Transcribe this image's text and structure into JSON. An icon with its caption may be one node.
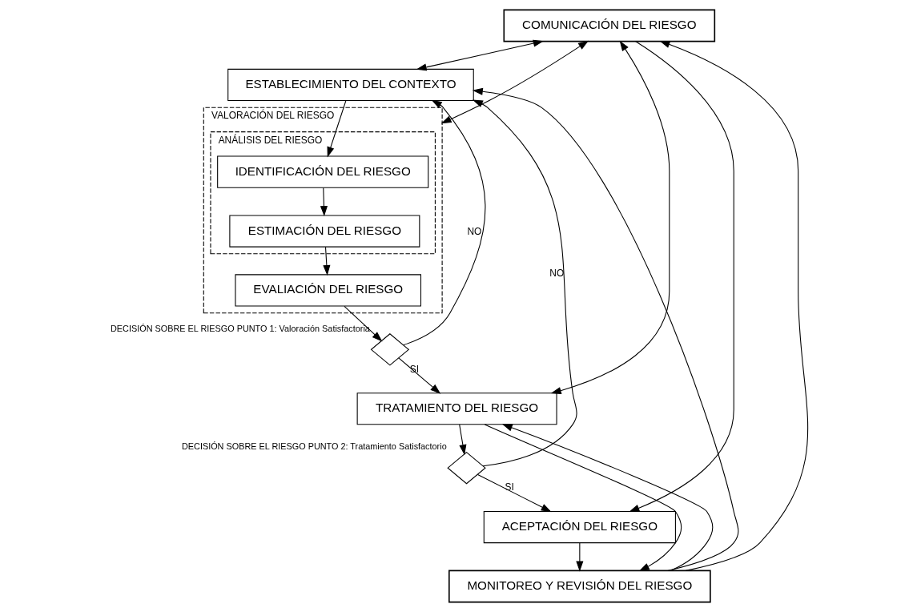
{
  "diagram": {
    "nodes": [
      {
        "text": [
          "COMUNICACIÓN DEL RIESGO"
        ]
      },
      {
        "text": [
          "ESTABLECIMIENTO DEL CONTEXTO"
        ]
      },
      {
        "text": [
          "VALORACIÓN DEL RIESGO"
        ]
      },
      {
        "text": [
          "ANÁLISIS DEL RIESGO"
        ],
        "in": 2
      },
      {
        "text": [
          "IDENTIFICACIÓN DEL RIESGO"
        ],
        "in": 3
      },
      {
        "text": [
          "ESTIMACIÓN DEL RIESGO"
        ],
        "in": 3
      },
      {
        "text": [
          "EVALIACIÓN DEL RIESGO"
        ],
        "in": 2
      },
      {
        "text": [],
        "shape": "diamond",
        "beside": [
          "DECISIÓN SOBRE EL RIESGO PUNTO 1: Valoración Satisfactoria"
        ]
      },
      {
        "text": [
          "TRATAMIENTO DEL RIESGO"
        ]
      },
      {
        "text": [],
        "shape": "diamond",
        "beside": [
          "DECISIÓN SOBRE EL RIESGO PUNTO 2: Tratamiento Satisfactorio"
        ]
      },
      {
        "text": [
          "ACEPTACIÓN DEL RIESGO"
        ]
      },
      {
        "text": [
          "MONITOREO Y REVISIÓN DEL RIESGO"
        ]
      }
    ],
    "edges": [
      {
        "from": 11,
        "to": 0,
        "arrow": "to"
      },
      {
        "from": 11,
        "to": 1,
        "arrow": "to"
      },
      {
        "from": 9,
        "to": 1,
        "arrow": "to",
        "label": "NO"
      },
      {
        "from": 7,
        "to": 1,
        "arrow": "to",
        "label": "NO"
      },
      {
        "from": 0,
        "to": 1,
        "arrow": "both"
      },
      {
        "from": 0,
        "to": 2,
        "arrow": "both"
      },
      {
        "from": 1,
        "to": 4,
        "arrow": "to"
      },
      {
        "from": 4,
        "to": 5,
        "arrow": "to"
      },
      {
        "from": 5,
        "to": 6,
        "arrow": "to"
      },
      {
        "from": 6,
        "to": 7,
        "arrow": "to"
      },
      {
        "from": 7,
        "to": 8,
        "arrow": "to",
        "label": "SI"
      },
      {
        "from": 0,
        "to": 8,
        "arrow": "both"
      },
      {
        "from": 8,
        "to": 11,
        "arrow": "to"
      },
      {
        "from": 11,
        "to": 8,
        "arrow": "to"
      },
      {
        "from": 8,
        "to": 9,
        "arrow": "to"
      },
      {
        "from": 9,
        "to": 10,
        "arrow": "to",
        "label": "SI"
      },
      {
        "from": 0,
        "to": 10,
        "arrow": "to"
      },
      {
        "from": 10,
        "to": 11,
        "arrow": "to"
      }
    ]
  }
}
